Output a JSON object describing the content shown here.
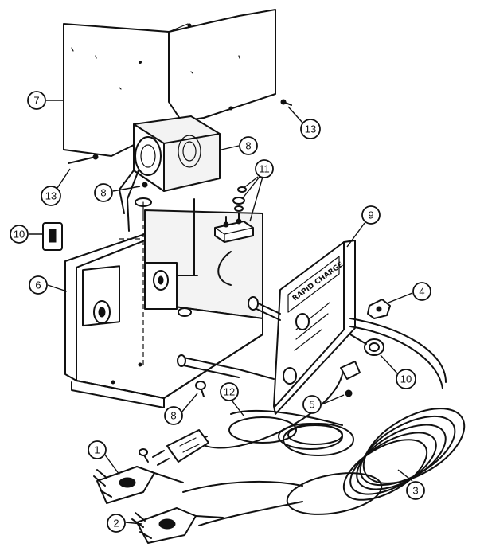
{
  "callouts": [
    {
      "label": "1"
    },
    {
      "label": "2"
    },
    {
      "label": "3"
    },
    {
      "label": "4"
    },
    {
      "label": "5"
    },
    {
      "label": "6"
    },
    {
      "label": "7"
    },
    {
      "label": "8"
    },
    {
      "label": "8"
    },
    {
      "label": "8"
    },
    {
      "label": "9"
    },
    {
      "label": "10"
    },
    {
      "label": "10"
    },
    {
      "label": "11"
    },
    {
      "label": "12"
    },
    {
      "label": "13"
    },
    {
      "label": "13"
    }
  ]
}
